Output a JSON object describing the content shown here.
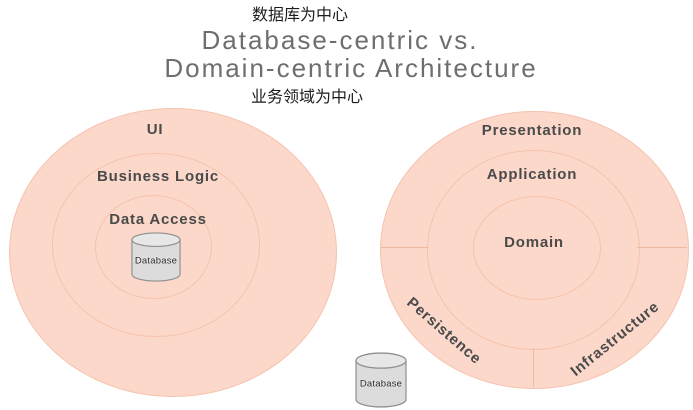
{
  "header": {
    "annotation_top": "数据库为中心",
    "title_line1": "Database-centric vs.",
    "title_line2": "Domain-centric Architecture",
    "annotation_bottom": "业务领域为中心"
  },
  "database_centric": {
    "layers": [
      "UI",
      "Business Logic",
      "Data Access"
    ],
    "database_label": "Database"
  },
  "domain_centric": {
    "layers": [
      "Presentation",
      "Application",
      "Domain"
    ],
    "outer_segments": [
      "Persistence",
      "Infrastructure"
    ],
    "database_label": "Database"
  },
  "colors": {
    "ring_fill": "#fcd8ca",
    "ring_stroke": "#f5c3ab",
    "outer_ring_stroke": "#f2b89f",
    "layer_label_text": "#4a4a4a",
    "title_text": "#6e6e6e",
    "annotation_text": "#1c1c1c",
    "cylinder_fill": "#dcdcdc",
    "cylinder_top_fill": "#e7e7e7",
    "cylinder_stroke": "#8f8f8f"
  }
}
